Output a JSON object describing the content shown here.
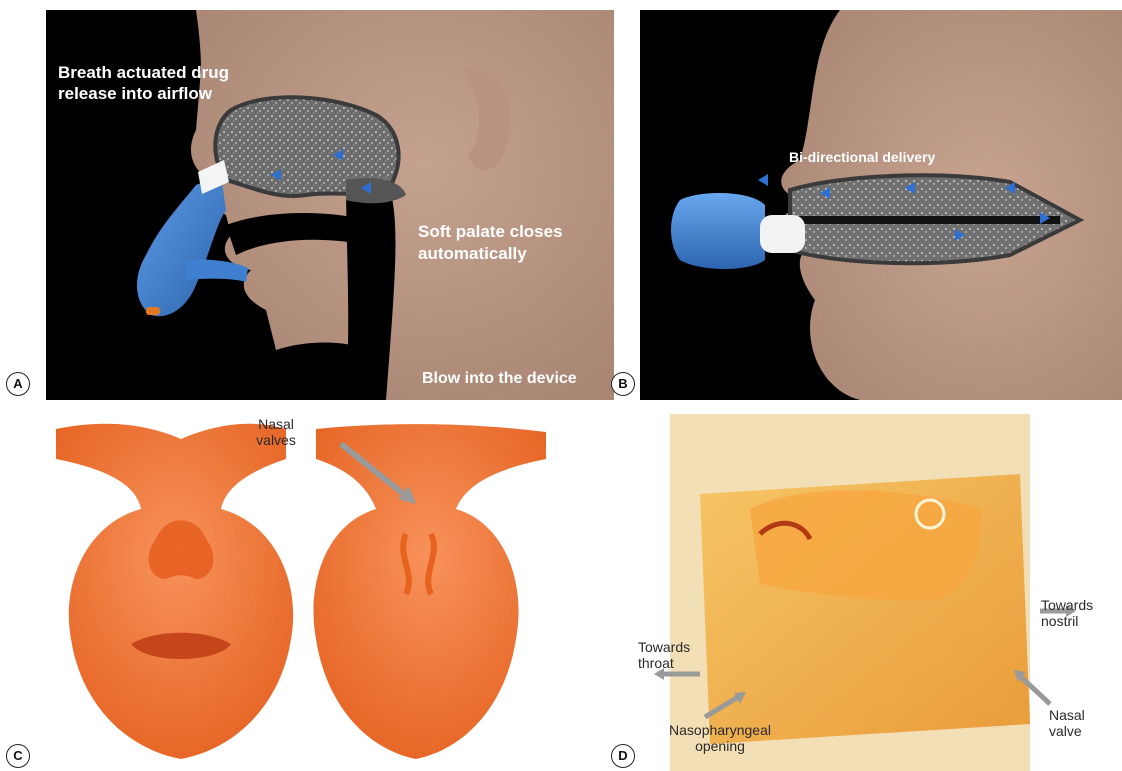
{
  "figure": {
    "badges": [
      "A",
      "B",
      "C",
      "D"
    ],
    "panel_a": {
      "label_breath": "Breath actuated drug release into airflow",
      "label_palate": "Soft palate closes automatically",
      "label_blow": "Blow into the device",
      "device_color": "#3f7fd0"
    },
    "panel_b": {
      "label_delivery": "Bi-directional delivery"
    },
    "panel_c": {
      "label_valves": "Nasal valves",
      "model_color": "#f07a2a"
    },
    "panel_d": {
      "label_nostril": "Towards nostril",
      "label_throat": "Towards throat",
      "label_opening": "Nasopharyngeal opening",
      "label_valve": "Nasal valve",
      "cast_color": "#f2a640"
    }
  }
}
